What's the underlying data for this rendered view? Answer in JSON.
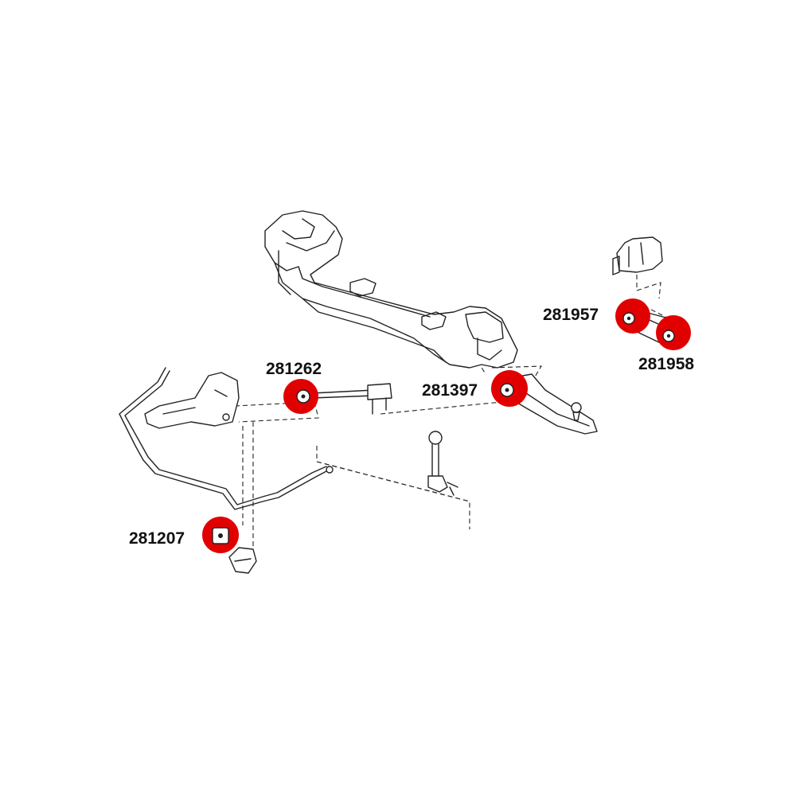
{
  "diagram": {
    "background": "#ffffff",
    "highlight_color": "#e10000",
    "parts": [
      {
        "id": "p281262",
        "label": "281262",
        "component": "tension-rod-bushing"
      },
      {
        "id": "p281397",
        "label": "281397",
        "component": "control-arm-bushing"
      },
      {
        "id": "p281957",
        "label": "281957",
        "component": "torque-rod-bushing"
      },
      {
        "id": "p281958",
        "label": "281958",
        "component": "torque-rod-bushing"
      },
      {
        "id": "p281207",
        "label": "281207",
        "component": "sway-bar-bushing"
      }
    ]
  }
}
